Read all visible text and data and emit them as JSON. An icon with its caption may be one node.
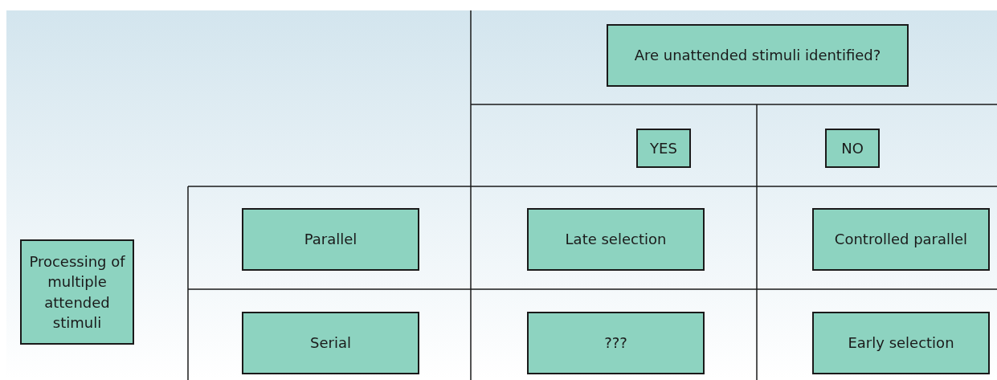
{
  "diagram": {
    "nodes": [
      {
        "text": [
          "Are unattended stimuli identified?"
        ]
      },
      {
        "text": [
          "YES"
        ]
      },
      {
        "text": [
          "NO"
        ]
      },
      {
        "text": [
          "Processing of multiple attended stimuli"
        ]
      },
      {
        "text": [
          "Parallel"
        ]
      },
      {
        "text": [
          "Late selection"
        ]
      },
      {
        "text": [
          "Controlled parallel"
        ]
      },
      {
        "text": [
          "Serial"
        ]
      },
      {
        "text": [
          "???"
        ]
      },
      {
        "text": [
          "Early selection"
        ]
      }
    ]
  }
}
